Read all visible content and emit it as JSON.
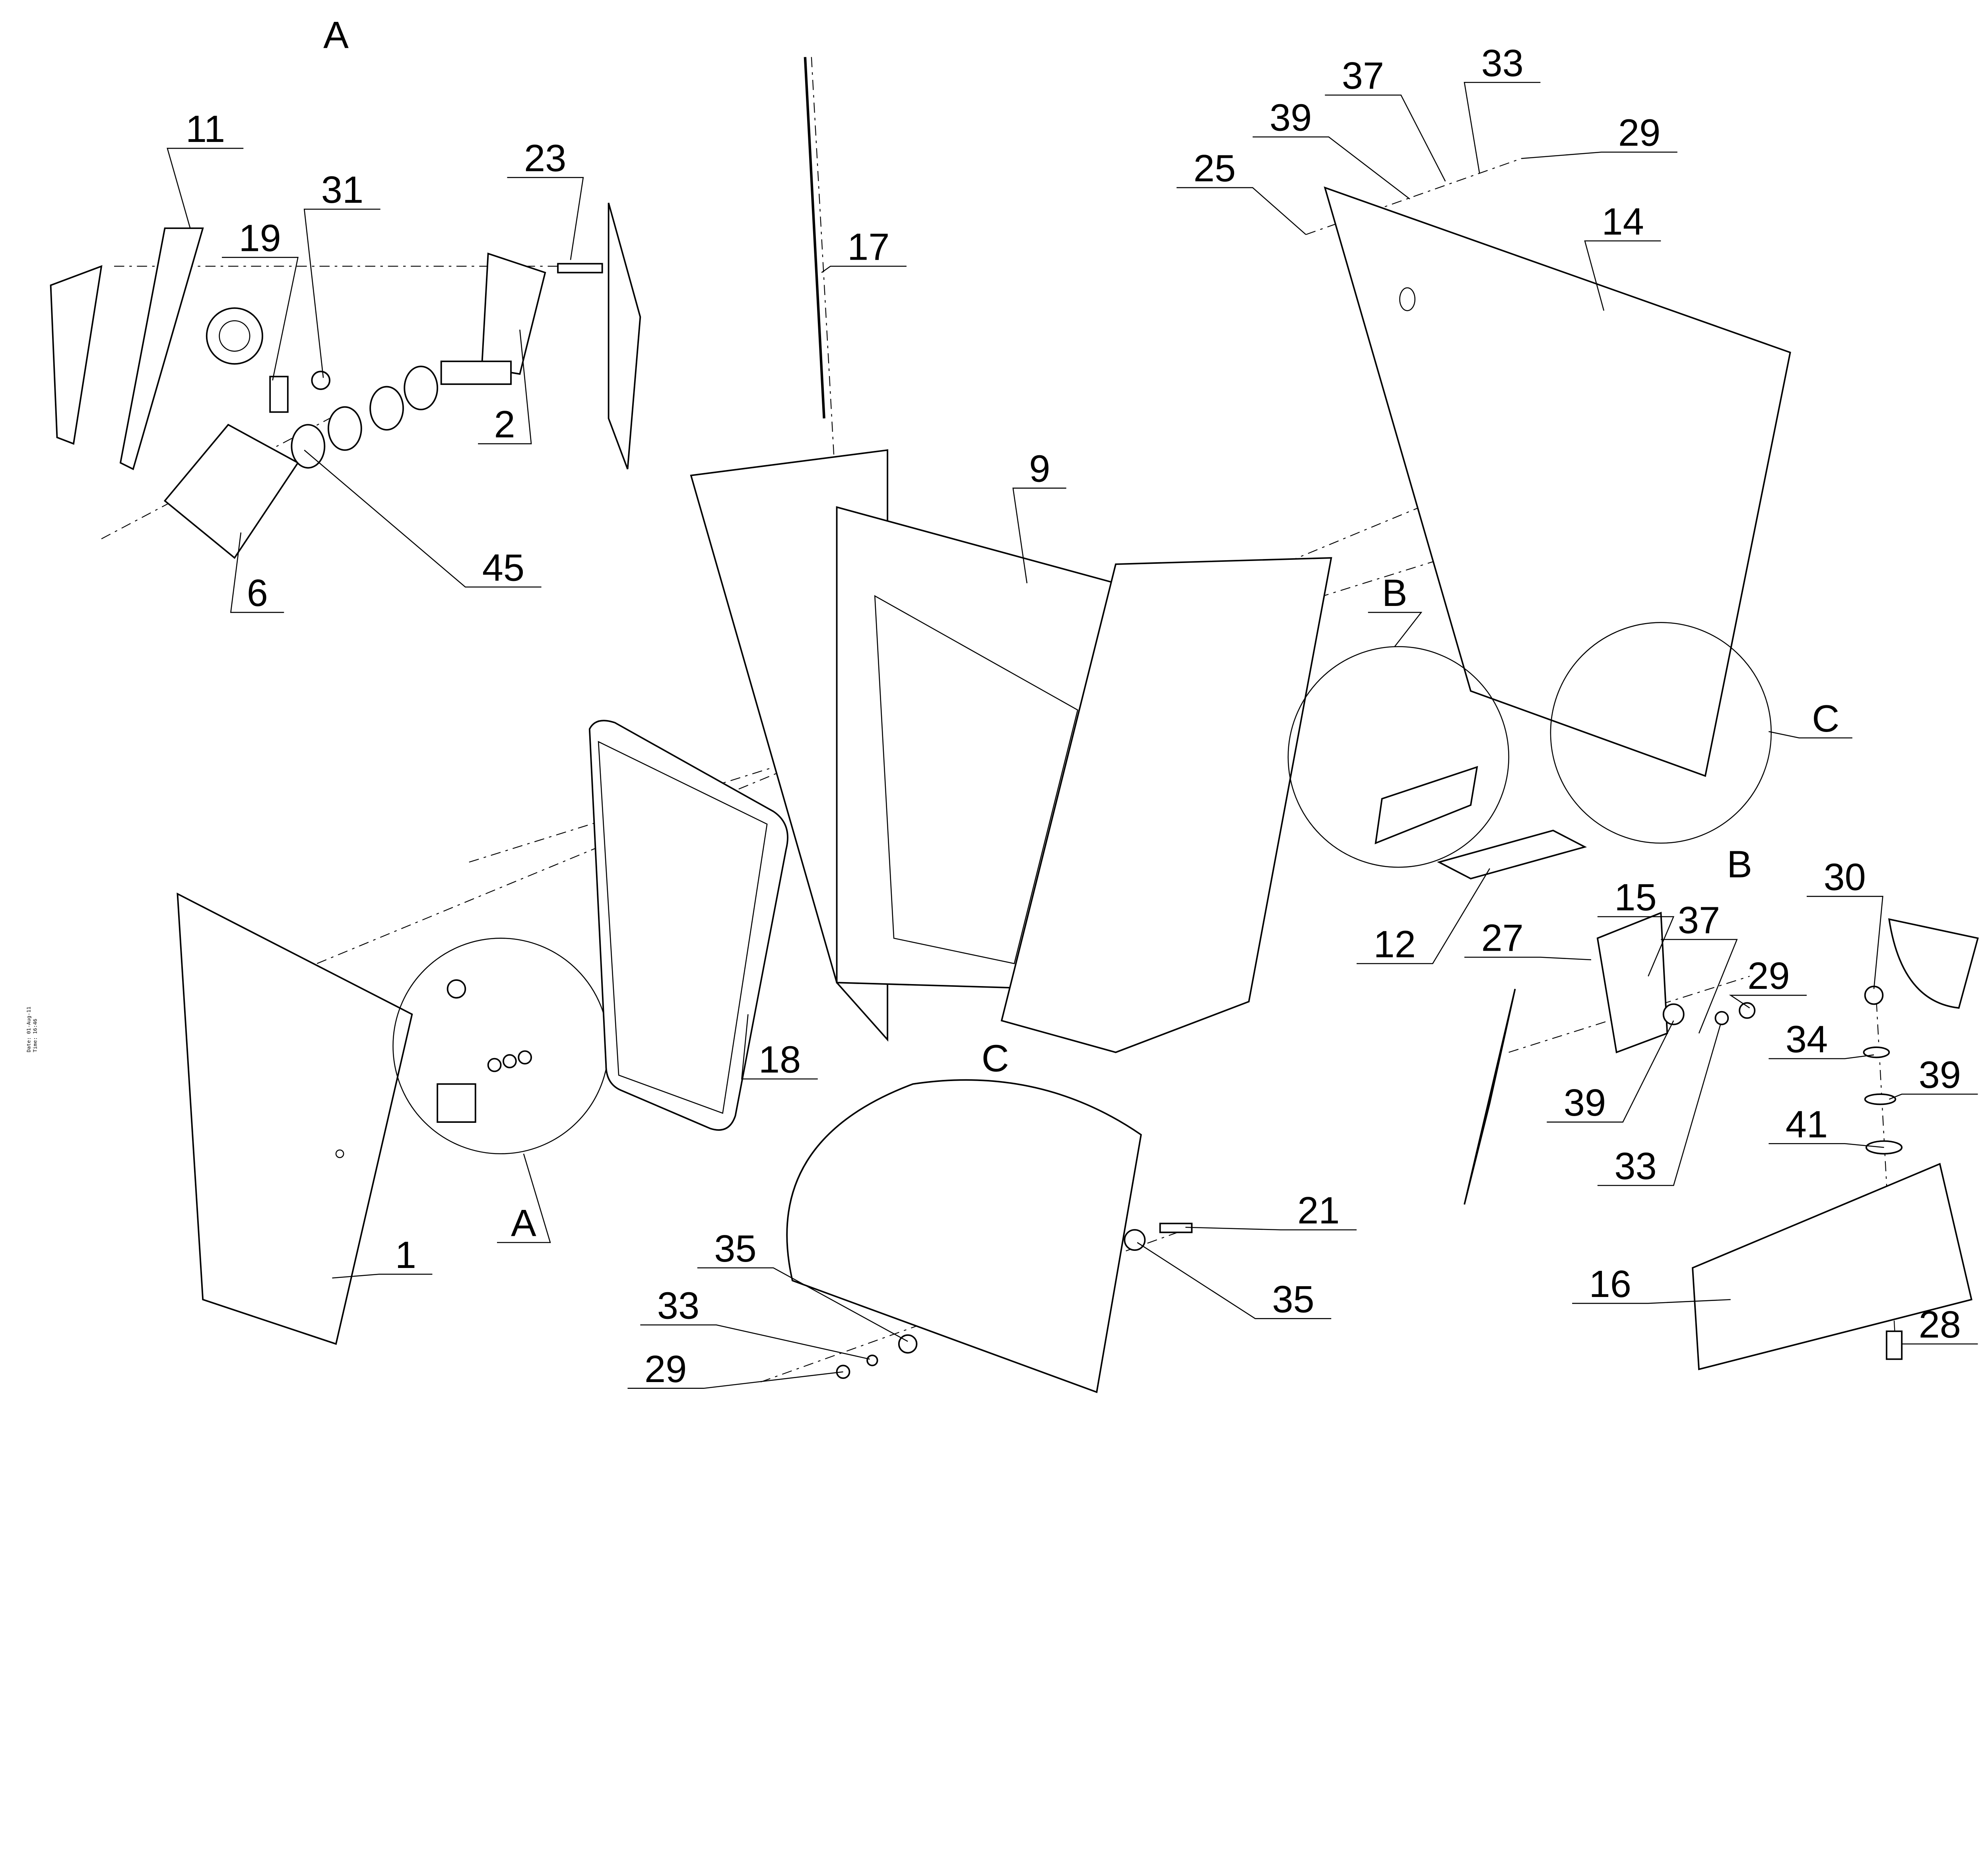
{
  "stamp": {
    "date": "Date: 01-Aug-11",
    "time": "Time: 16:46"
  },
  "labels": [
    "A",
    "11",
    "19",
    "31",
    "23",
    "17",
    "2",
    "45",
    "6",
    "9",
    "25",
    "39",
    "37",
    "33",
    "29",
    "14",
    "B",
    "C",
    "B",
    "30",
    "15",
    "37",
    "27",
    "29",
    "12",
    "34",
    "39",
    "41",
    "39",
    "33",
    "18",
    "C",
    "A",
    "1",
    "21",
    "35",
    "35",
    "33",
    "29",
    "16",
    "28"
  ]
}
